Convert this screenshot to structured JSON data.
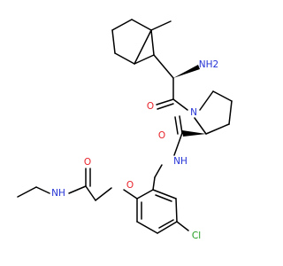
{
  "molecule": {
    "colors": {
      "carbon_bond": "#000000",
      "oxygen": "#e8232a",
      "nitrogen": "#2533d6",
      "chlorine": "#1f9c1f",
      "background": "#ffffff"
    },
    "labels": {
      "amine_nh2": "NH2",
      "carbonyl_o_top": "O",
      "ring_n": "N",
      "amide_o": "O",
      "amide_nh": "NH",
      "ether_o": "O",
      "acetamide_o": "O",
      "ethyl_nh": "NH",
      "chloro": "Cl"
    }
  }
}
